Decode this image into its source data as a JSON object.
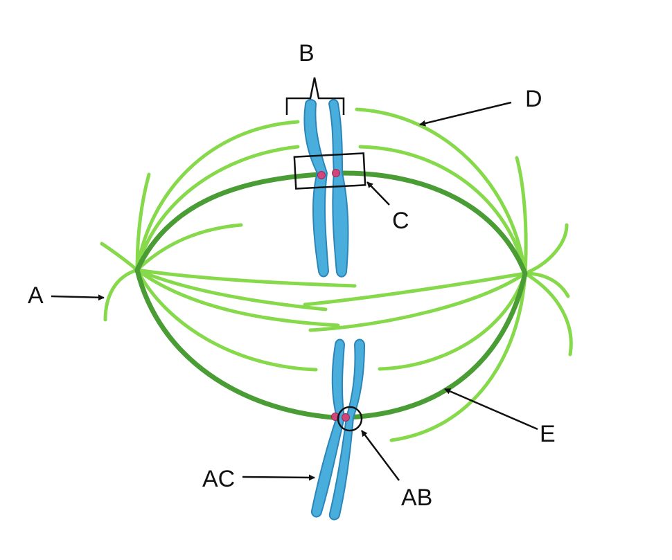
{
  "labels": {
    "A": "A",
    "B": "B",
    "C": "C",
    "D": "D",
    "E": "E",
    "AB": "AB",
    "AC": "AC"
  },
  "colors": {
    "kinetochore_fiber": "#4a9c34",
    "astral_fiber": "#86d94a",
    "chromosome": "#4aaedd",
    "chromosome_outline": "#2b85b8",
    "kinetochore": "#d0457a",
    "ink": "#111111"
  }
}
